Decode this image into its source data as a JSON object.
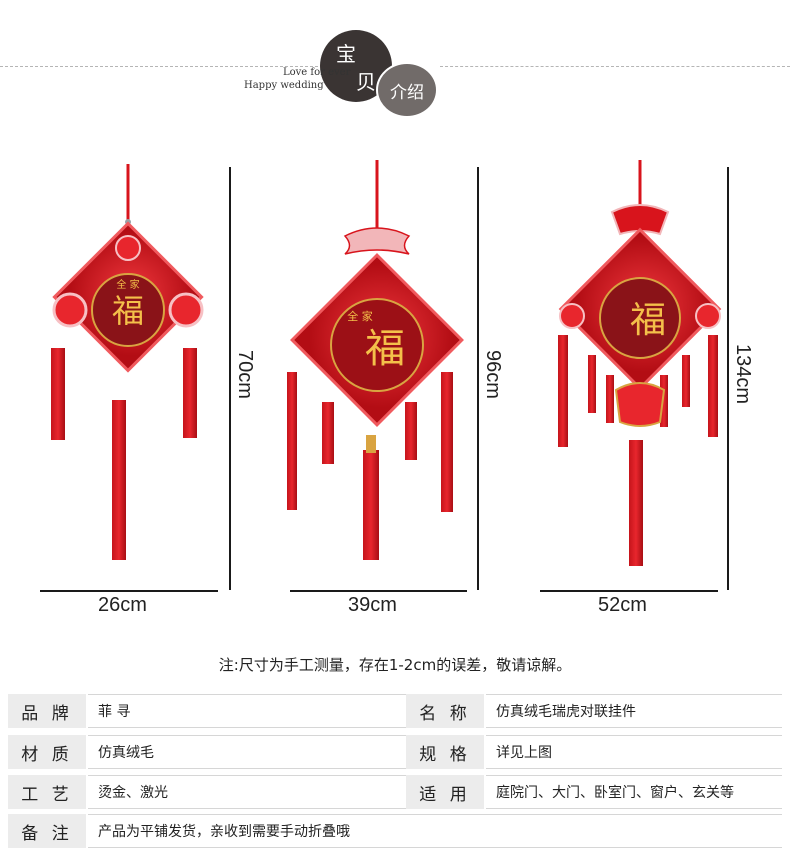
{
  "header": {
    "circle_char_1": "宝",
    "circle_char_2": "贝",
    "circle_small_text": "介绍",
    "tagline_1": "Love for ever",
    "tagline_2": "Happy wedding"
  },
  "products": [
    {
      "width_label": "26cm",
      "height_label": "70cm",
      "center_char": "福",
      "top_text": "全 家"
    },
    {
      "width_label": "39cm",
      "height_label": "96cm",
      "center_char": "福",
      "top_text": "全 家"
    },
    {
      "width_label": "52cm",
      "height_label": "134cm",
      "center_char": "福",
      "top_text": ""
    }
  ],
  "colors": {
    "red": "#d8141c",
    "dark_red": "#9a0d12",
    "gold": "#d9a441",
    "pink": "#f2b6b9"
  },
  "note": "注:尺寸为手工测量，存在1-2cm的误差，敬请谅解。",
  "specs": {
    "rows": [
      {
        "label1": "品 牌",
        "value1": "菲 寻",
        "label2": "名 称",
        "value2": "仿真绒毛瑞虎对联挂件"
      },
      {
        "label1": "材 质",
        "value1": "仿真绒毛",
        "label2": "规 格",
        "value2": "详见上图"
      },
      {
        "label1": "工 艺",
        "value1": "烫金、激光",
        "label2": "适 用",
        "value2": "庭院门、大门、卧室门、窗户、玄关等"
      },
      {
        "label1": "备 注",
        "value1": "产品为平铺发货，亲收到需要手动折叠哦"
      }
    ]
  }
}
